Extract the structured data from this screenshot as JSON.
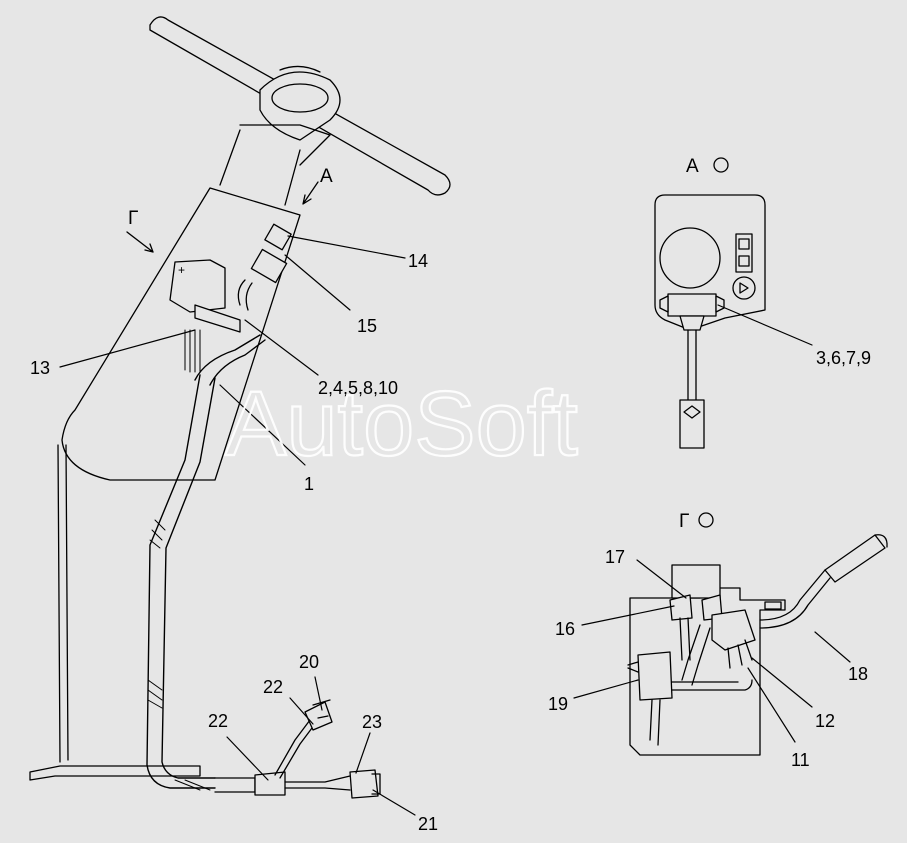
{
  "watermark": "AutoSoft",
  "view_a": {
    "letter": "A"
  },
  "view_g": {
    "letter": "Г"
  },
  "arrows": {
    "a": "A",
    "g": "Г"
  },
  "callouts": {
    "c1": "1",
    "c2": "2,4,5,8,10",
    "c13": "13",
    "c14": "14",
    "c15": "15",
    "c3": "3,6,7,9",
    "c17": "17",
    "c16": "16",
    "c19": "19",
    "c18": "18",
    "c12": "12",
    "c11": "11",
    "c20": "20",
    "c22a": "22",
    "c22b": "22",
    "c23": "23",
    "c21": "21"
  }
}
